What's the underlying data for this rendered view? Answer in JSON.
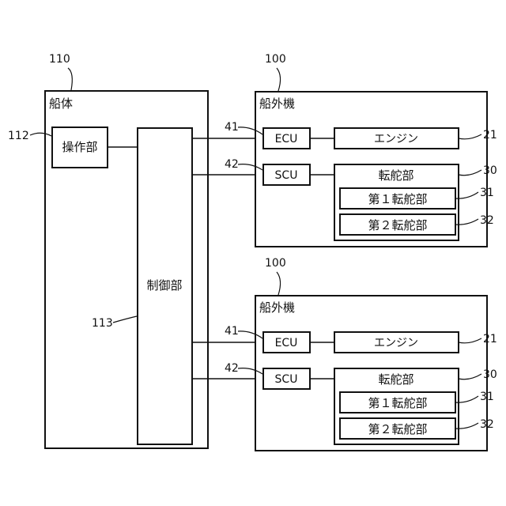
{
  "hull": {
    "ref": "110",
    "label": "船体"
  },
  "operation_unit": {
    "ref": "112",
    "label": "操作部"
  },
  "control_unit": {
    "ref": "113",
    "label": "制御部"
  },
  "outboard_motors": [
    {
      "ref": "100",
      "label": "船外機",
      "ecu": {
        "ref": "41",
        "label": "ECU"
      },
      "scu": {
        "ref": "42",
        "label": "SCU"
      },
      "engine": {
        "ref": "21",
        "label": "エンジン"
      },
      "steering": {
        "ref": "30",
        "label": "転舵部"
      },
      "steering_1": {
        "ref": "31",
        "label": "第１転舵部"
      },
      "steering_2": {
        "ref": "32",
        "label": "第２転舵部"
      }
    },
    {
      "ref": "100",
      "label": "船外機",
      "ecu": {
        "ref": "41",
        "label": "ECU"
      },
      "scu": {
        "ref": "42",
        "label": "SCU"
      },
      "engine": {
        "ref": "21",
        "label": "エンジン"
      },
      "steering": {
        "ref": "30",
        "label": "転舵部"
      },
      "steering_1": {
        "ref": "31",
        "label": "第１転舵部"
      },
      "steering_2": {
        "ref": "32",
        "label": "第２転舵部"
      }
    }
  ]
}
